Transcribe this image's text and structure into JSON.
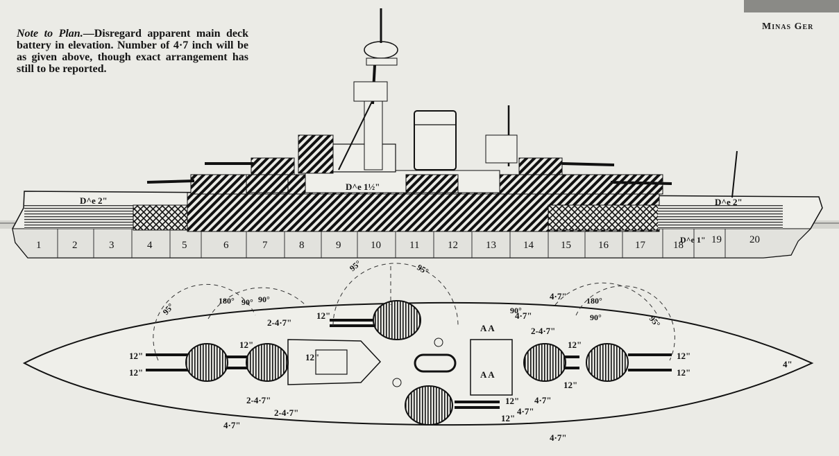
{
  "note": {
    "lead": "Note to Plan.",
    "body": "—Disregard apparent main deck battery in elevation. Number of 4·7 inch will be as given above, though exact arrangement has still to be reported."
  },
  "header_right": "Minas Ger",
  "elevation": {
    "armour_labels": [
      "D^e 2\"",
      "D^e 1½\"",
      "D^e 2\"",
      "D^e 1\""
    ],
    "compartments": [
      "1",
      "2",
      "3",
      "4",
      "5",
      "6",
      "7",
      "8",
      "9",
      "10",
      "11",
      "12",
      "13",
      "14",
      "15",
      "16",
      "17",
      "18",
      "19",
      "20"
    ]
  },
  "plan": {
    "gun_labels_12": [
      "12\"",
      "12\"",
      "12\"",
      "12\"",
      "12\"",
      "12\"",
      "12\"",
      "12\"",
      "12\"",
      "12\"",
      "12\""
    ],
    "secondary_labels": [
      "2-4·7\"",
      "2-4·7\"",
      "2-4·7\"",
      "2-4·7\"",
      "4·7\"",
      "4·7\"",
      "4·7\"",
      "4·7\"",
      "4·7\"",
      "4·7\""
    ],
    "arc_labels": [
      "95°",
      "95°",
      "95°",
      "95°",
      "180°",
      "180°",
      "90°",
      "90°",
      "90°",
      "90°"
    ],
    "aa_labels": [
      "A A",
      "A A"
    ],
    "stern_label": "4\""
  },
  "colors": {
    "paper": "#ebebe6",
    "ink": "#111111",
    "water": "#c9c9c4"
  }
}
